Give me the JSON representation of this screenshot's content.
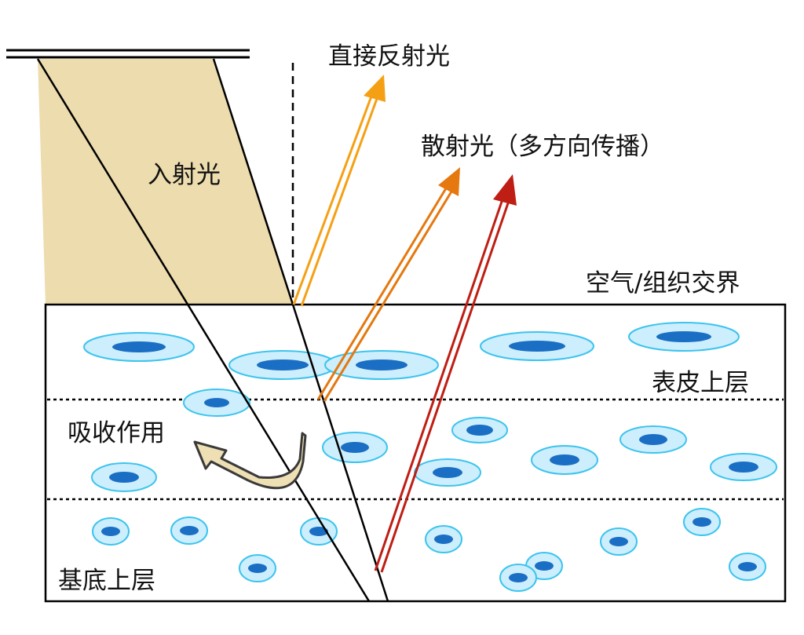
{
  "labels": {
    "incident": "入射光",
    "direct_reflection": "直接反射光",
    "scattered": "散射光（多方向传播）",
    "interface": "空气/组织交界",
    "upper_epidermis": "表皮上层",
    "absorption": "吸收作用",
    "basal_layer": "基底上层"
  },
  "colors": {
    "beam_fill": "#ecdcae",
    "direct_arrow": "#f5a014",
    "scatter_arrow_1": "#e5780f",
    "scatter_arrow_2": "#bf1e14",
    "cell_fill": "#cdeefc",
    "cell_stroke": "#3cc4ee",
    "nucleus": "#1a6fc4",
    "absorption_arrow_fill": "#eee0b4",
    "absorption_arrow_stroke": "#3a3a3a"
  },
  "icons": {
    "absorption": "curved-arrow-icon",
    "light_source": "light-source-icon"
  }
}
